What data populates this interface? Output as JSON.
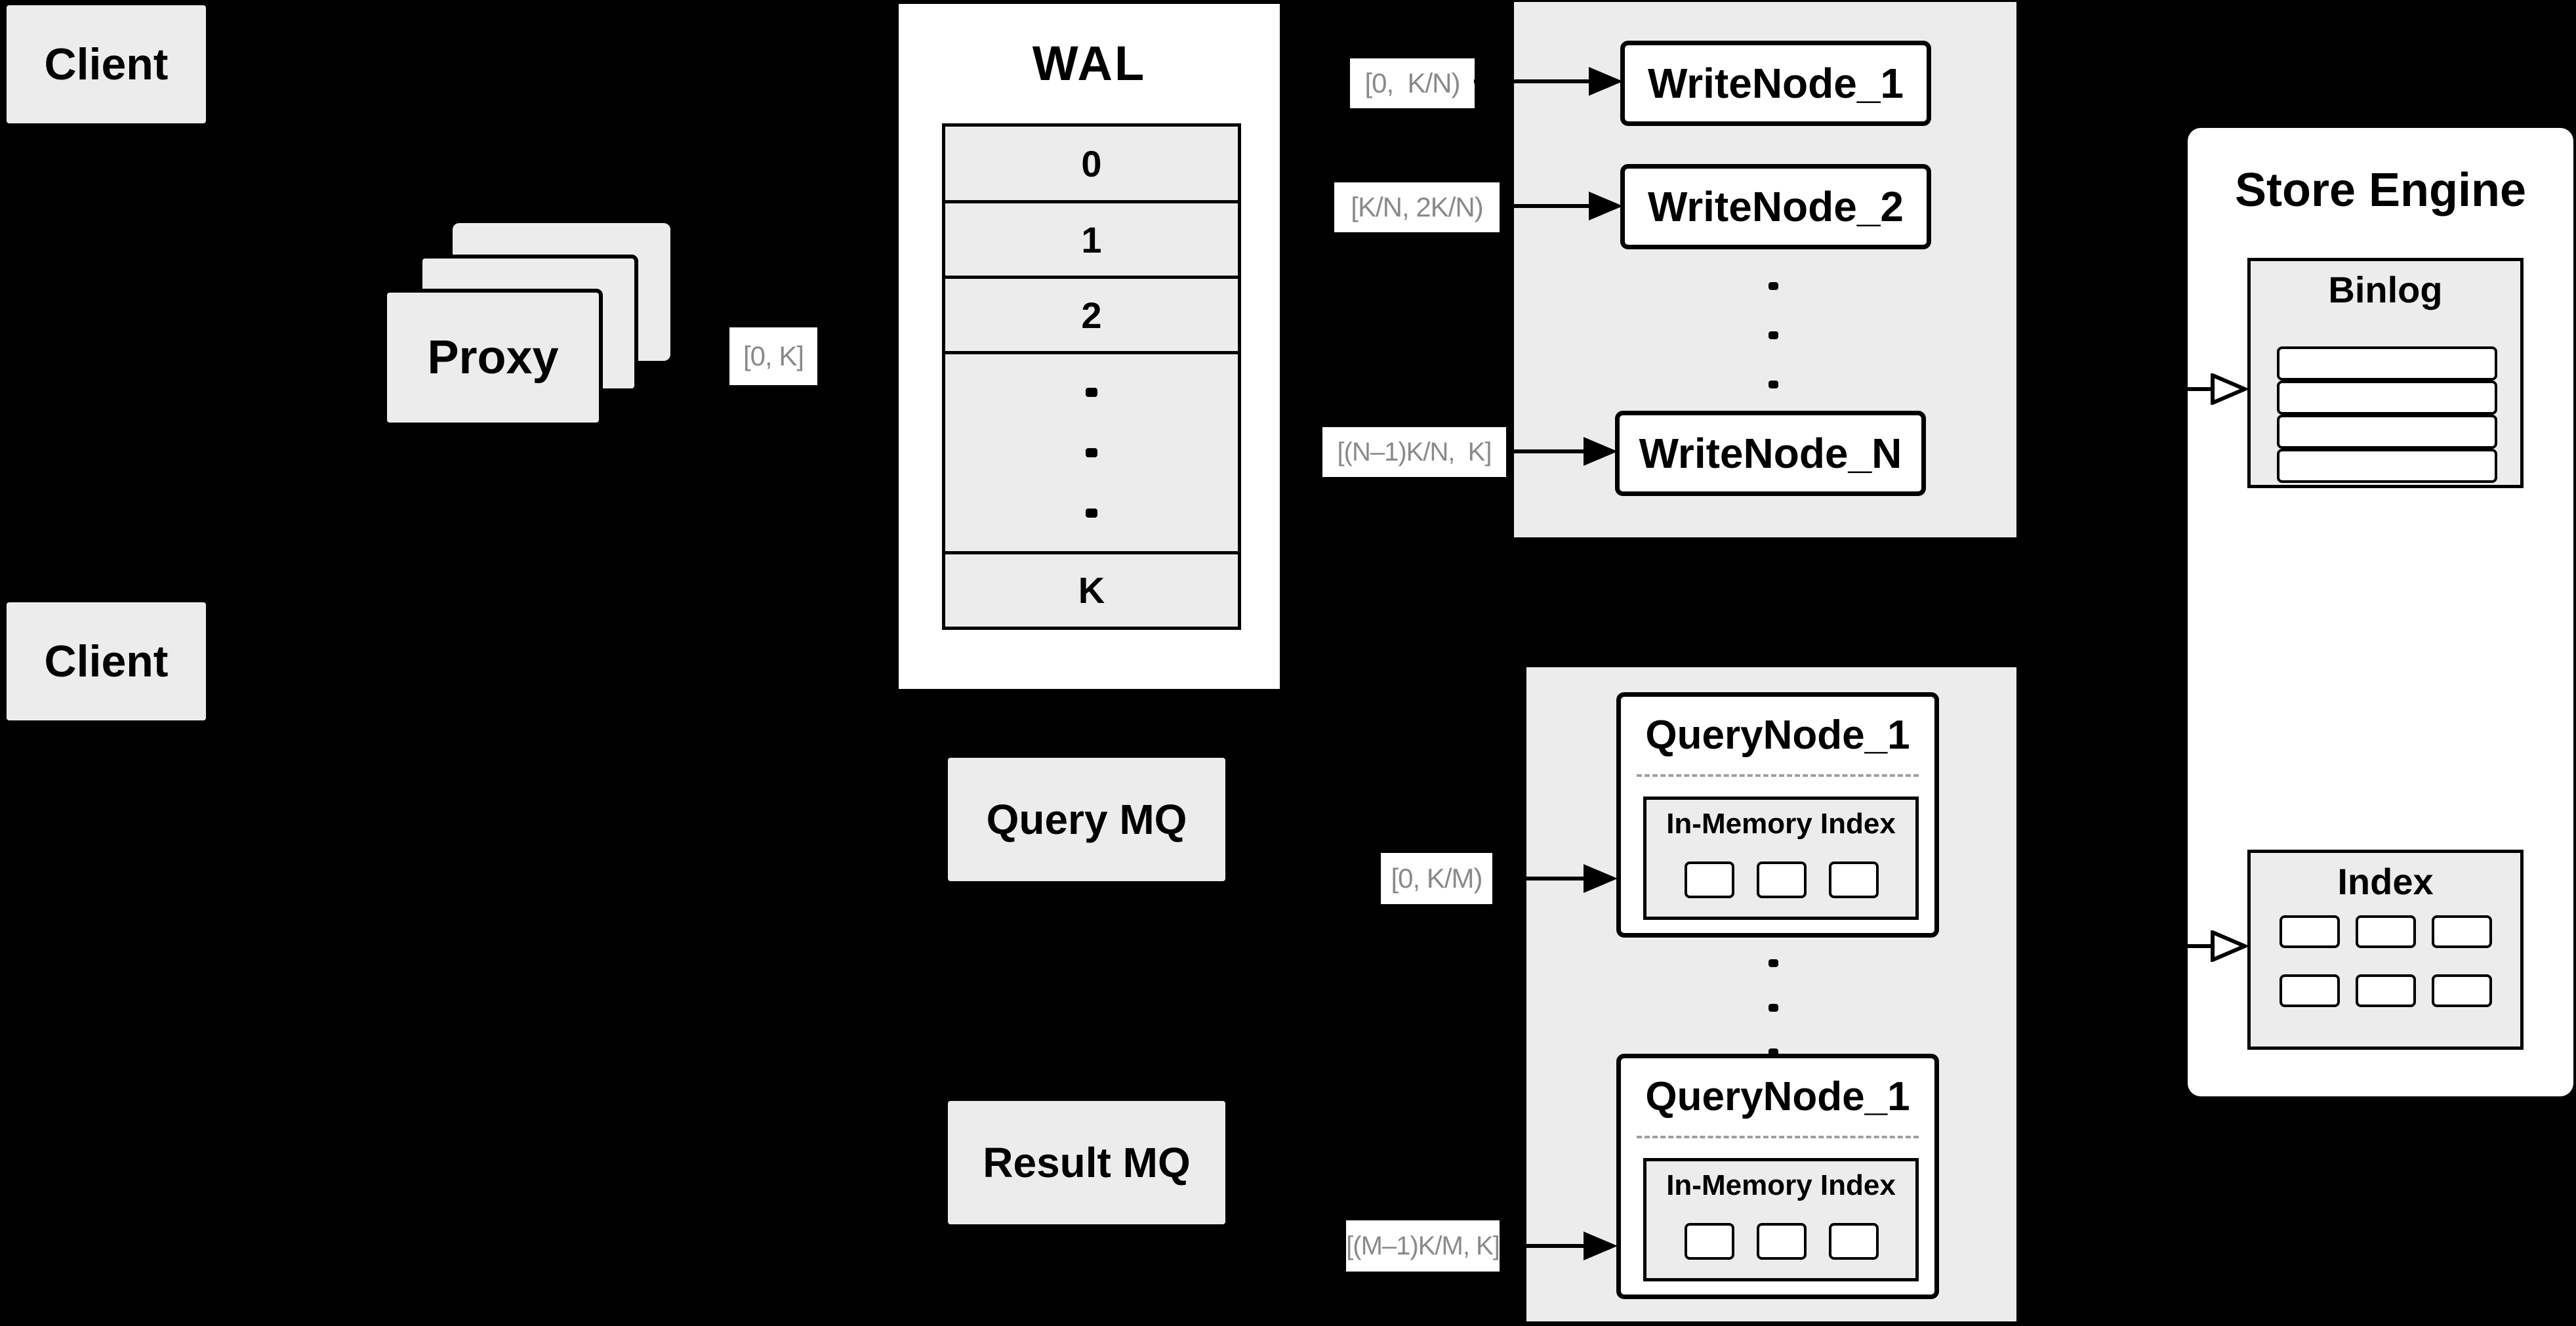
{
  "colors": {
    "background": "#000000",
    "panel_gray": "#ececec",
    "box_white": "#ffffff",
    "border_black": "#000000",
    "edge_label_text": "#8a8a8a"
  },
  "client_top": {
    "label": "Client"
  },
  "client_bottom": {
    "label": "Client"
  },
  "proxy": {
    "label": "Proxy"
  },
  "wal": {
    "title": "WAL",
    "rows": [
      "0",
      "1",
      "2",
      "K"
    ]
  },
  "write_nodes": {
    "node_1": "WriteNode_1",
    "node_2": "WriteNode_2",
    "node_n": "WriteNode_N"
  },
  "mq": {
    "query": "Query MQ",
    "result": "Result MQ"
  },
  "query_nodes": {
    "node_1": {
      "title": "QueryNode_1",
      "inner": "In-Memory Index"
    },
    "node_2": {
      "title": "QueryNode_1",
      "inner": "In-Memory Index"
    }
  },
  "store": {
    "title": "Store Engine",
    "binlog": "Binlog",
    "index": "Index"
  },
  "edge_labels": {
    "proxy_wal": "[0, K]",
    "write_1": "[0,  K/N)",
    "write_2": "[K/N, 2K/N)",
    "write_n": "[(N–1)K/N,  K]",
    "query_1": "[0, K/M)",
    "query_2": "[(M–1)K/M, K]"
  }
}
